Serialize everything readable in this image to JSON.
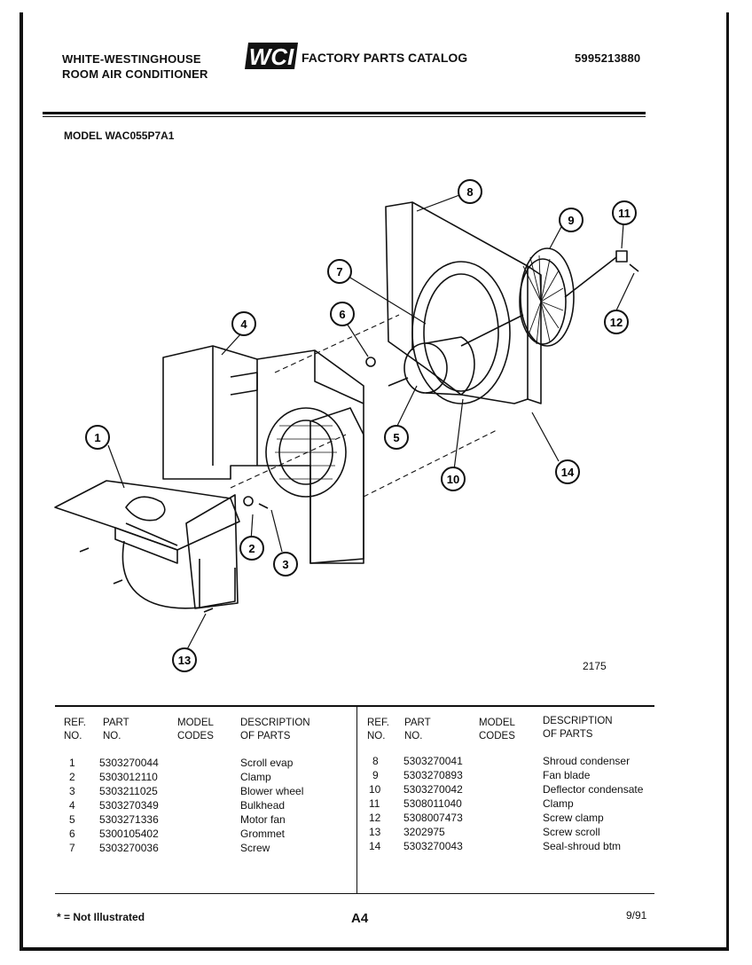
{
  "header": {
    "brand_line1": "WHITE-WESTINGHOUSE",
    "brand_line2": "ROOM AIR CONDITIONER",
    "logo_text": "WCI",
    "catalog_title": "FACTORY PARTS CATALOG",
    "catalog_number": "5995213880"
  },
  "model_label": "MODEL WAC055P7A1",
  "figure_number": "2175",
  "callouts": [
    "1",
    "2",
    "3",
    "4",
    "5",
    "6",
    "7",
    "8",
    "9",
    "10",
    "11",
    "12",
    "13",
    "14"
  ],
  "table": {
    "headers": {
      "ref": [
        "REF.",
        "NO."
      ],
      "part": [
        "PART",
        "NO."
      ],
      "codes": [
        "MODEL",
        "CODES"
      ],
      "desc": [
        "DESCRIPTION",
        "OF PARTS"
      ]
    },
    "left": [
      {
        "ref": "1",
        "part": "5303270044",
        "desc": "Scroll evap"
      },
      {
        "ref": "2",
        "part": "5303012110",
        "desc": "Clamp"
      },
      {
        "ref": "3",
        "part": "5303211025",
        "desc": "Blower wheel"
      },
      {
        "ref": "4",
        "part": "5303270349",
        "desc": "Bulkhead"
      },
      {
        "ref": "5",
        "part": "5303271336",
        "desc": "Motor fan"
      },
      {
        "ref": "6",
        "part": "5300105402",
        "desc": "Grommet"
      },
      {
        "ref": "7",
        "part": "5303270036",
        "desc": "Screw"
      }
    ],
    "right": [
      {
        "ref": "8",
        "part": "5303270041",
        "desc": "Shroud condenser"
      },
      {
        "ref": "9",
        "part": "5303270893",
        "desc": "Fan blade"
      },
      {
        "ref": "10",
        "part": "5303270042",
        "desc": "Deflector condensate"
      },
      {
        "ref": "11",
        "part": "5308011040",
        "desc": "Clamp"
      },
      {
        "ref": "12",
        "part": "5308007473",
        "desc": "Screw clamp"
      },
      {
        "ref": "13",
        "part": "3202975",
        "desc": "Screw scroll"
      },
      {
        "ref": "14",
        "part": "5303270043",
        "desc": "Seal-shroud btm"
      }
    ]
  },
  "footer": {
    "note": "* = Not Illustrated",
    "page": "A4",
    "date": "9/91"
  }
}
